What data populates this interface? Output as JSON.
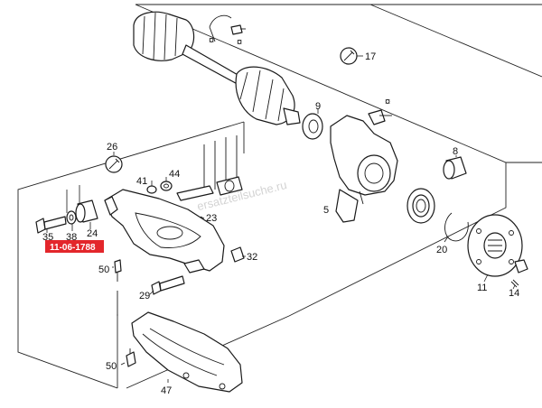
{
  "watermark": "ersatzteilsuche.ru",
  "reference_tag": {
    "text": "11-06-1788",
    "color": "#e3262b"
  },
  "callouts": [
    {
      "id": "26",
      "label": "26"
    },
    {
      "id": "41",
      "label": "41"
    },
    {
      "id": "44",
      "label": "44"
    },
    {
      "id": "35",
      "label": "35"
    },
    {
      "id": "38",
      "label": "38"
    },
    {
      "id": "24",
      "label": "24"
    },
    {
      "id": "23",
      "label": "23"
    },
    {
      "id": "50a",
      "label": "50"
    },
    {
      "id": "32",
      "label": "32"
    },
    {
      "id": "29",
      "label": "29"
    },
    {
      "id": "17",
      "label": "17"
    },
    {
      "id": "9",
      "label": "9"
    },
    {
      "id": "5",
      "label": "5"
    },
    {
      "id": "8",
      "label": "8"
    },
    {
      "id": "20",
      "label": "20"
    },
    {
      "id": "11",
      "label": "11"
    },
    {
      "id": "14",
      "label": "14"
    },
    {
      "id": "50b",
      "label": "50"
    },
    {
      "id": "47",
      "label": "47"
    }
  ],
  "colors": {
    "line": "#1a1a1a",
    "background": "#ffffff",
    "tag": "#e3262b"
  }
}
